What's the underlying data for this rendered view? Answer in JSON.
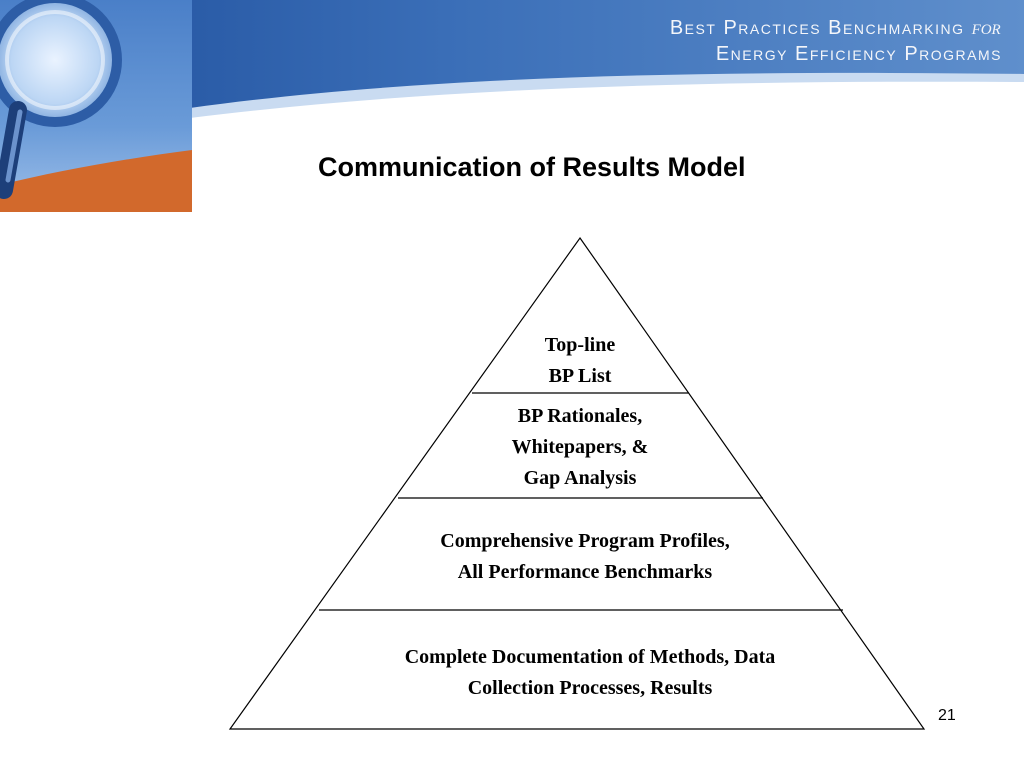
{
  "header": {
    "brand_line1": "Best Practices Benchmarking",
    "brand_for": "for",
    "brand_line2": "Energy Efficiency Programs"
  },
  "slide": {
    "title": "Communication of Results Model",
    "page_number": "21"
  },
  "pyramid": {
    "tiers": [
      {
        "lines": [
          "Top-line",
          "BP List"
        ]
      },
      {
        "lines": [
          "BP Rationales,",
          "Whitepapers, &",
          "Gap Analysis"
        ]
      },
      {
        "lines": [
          "Comprehensive Program Profiles,",
          "All Performance Benchmarks"
        ]
      },
      {
        "lines": [
          "Complete Documentation of Methods, Data",
          "Collection Processes, Results"
        ]
      }
    ]
  },
  "colors": {
    "header_blue": "#2f5fa8",
    "header_orange": "#d2692c",
    "line": "#000000"
  },
  "icons": [
    "magnifying-glass-icon"
  ]
}
